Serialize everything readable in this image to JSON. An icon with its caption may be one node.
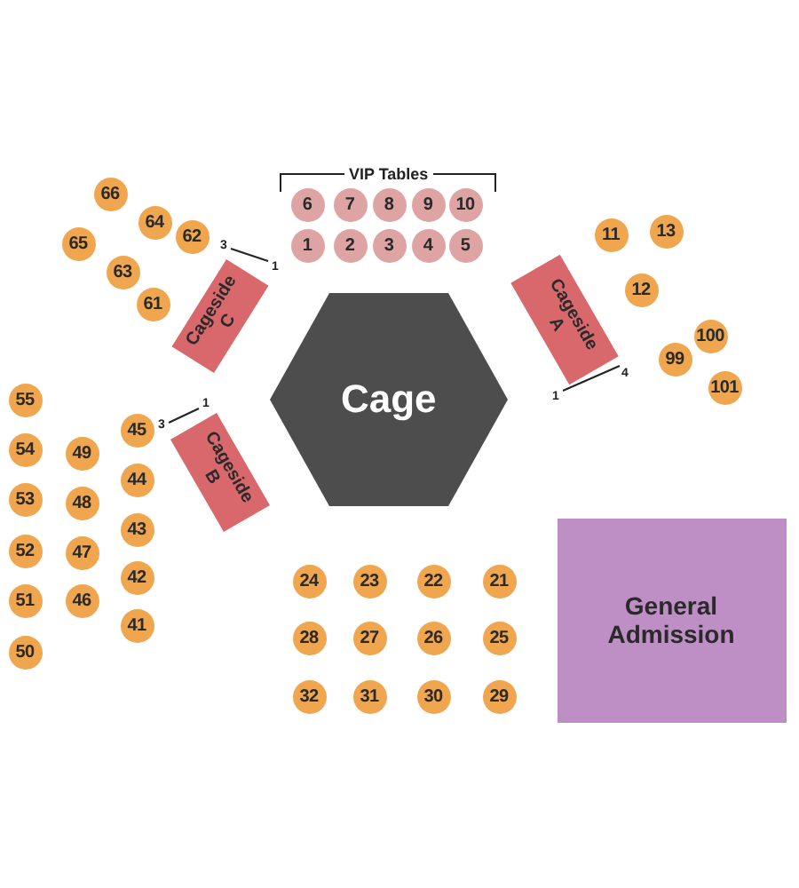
{
  "diagram": {
    "nodes": [
      {
        "text": [
          "6"
        ]
      },
      {
        "text": [
          "7"
        ]
      },
      {
        "text": [
          "8"
        ]
      },
      {
        "text": [
          "9"
        ]
      },
      {
        "text": [
          "10"
        ]
      },
      {
        "text": [
          "1"
        ]
      },
      {
        "text": [
          "2"
        ]
      },
      {
        "text": [
          "3"
        ]
      },
      {
        "text": [
          "4"
        ]
      },
      {
        "text": [
          "5"
        ]
      },
      {
        "text": [
          "66"
        ]
      },
      {
        "text": [
          "64"
        ]
      },
      {
        "text": [
          "65"
        ]
      },
      {
        "text": [
          "62"
        ]
      },
      {
        "text": [
          "63"
        ]
      },
      {
        "text": [
          "61"
        ]
      },
      {
        "text": [
          "13"
        ]
      },
      {
        "text": [
          "11"
        ]
      },
      {
        "text": [
          "12"
        ]
      },
      {
        "text": [
          "100"
        ]
      },
      {
        "text": [
          "99"
        ]
      },
      {
        "text": [
          "101"
        ]
      },
      {
        "text": [
          "Cageside C"
        ]
      },
      {
        "text": [
          "Cageside A"
        ]
      },
      {
        "text": [
          "Cage"
        ]
      },
      {
        "text": [
          "Cageside B"
        ]
      },
      {
        "text": [
          "55"
        ]
      },
      {
        "text": [
          "54"
        ]
      },
      {
        "text": [
          "53"
        ]
      },
      {
        "text": [
          "52"
        ]
      },
      {
        "text": [
          "51"
        ]
      },
      {
        "text": [
          "50"
        ]
      },
      {
        "text": [
          "49"
        ]
      },
      {
        "text": [
          "48"
        ]
      },
      {
        "text": [
          "47"
        ]
      },
      {
        "text": [
          "46"
        ]
      },
      {
        "text": [
          "45"
        ]
      },
      {
        "text": [
          "44"
        ]
      },
      {
        "text": [
          "43"
        ]
      },
      {
        "text": [
          "42"
        ]
      },
      {
        "text": [
          "41"
        ]
      },
      {
        "text": [
          "24"
        ]
      },
      {
        "text": [
          "23"
        ]
      },
      {
        "text": [
          "22"
        ]
      },
      {
        "text": [
          "21"
        ]
      },
      {
        "text": [
          "28"
        ]
      },
      {
        "text": [
          "27"
        ]
      },
      {
        "text": [
          "26"
        ]
      },
      {
        "text": [
          "25"
        ]
      },
      {
        "text": [
          "32"
        ]
      },
      {
        "text": [
          "31"
        ]
      },
      {
        "text": [
          "30"
        ]
      },
      {
        "text": [
          "29"
        ]
      },
      {
        "text": [
          "General Admission"
        ]
      }
    ],
    "edges": [],
    "labels": [
      "VIP Tables",
      "3",
      "1",
      "4",
      "1",
      "3",
      "1"
    ]
  }
}
